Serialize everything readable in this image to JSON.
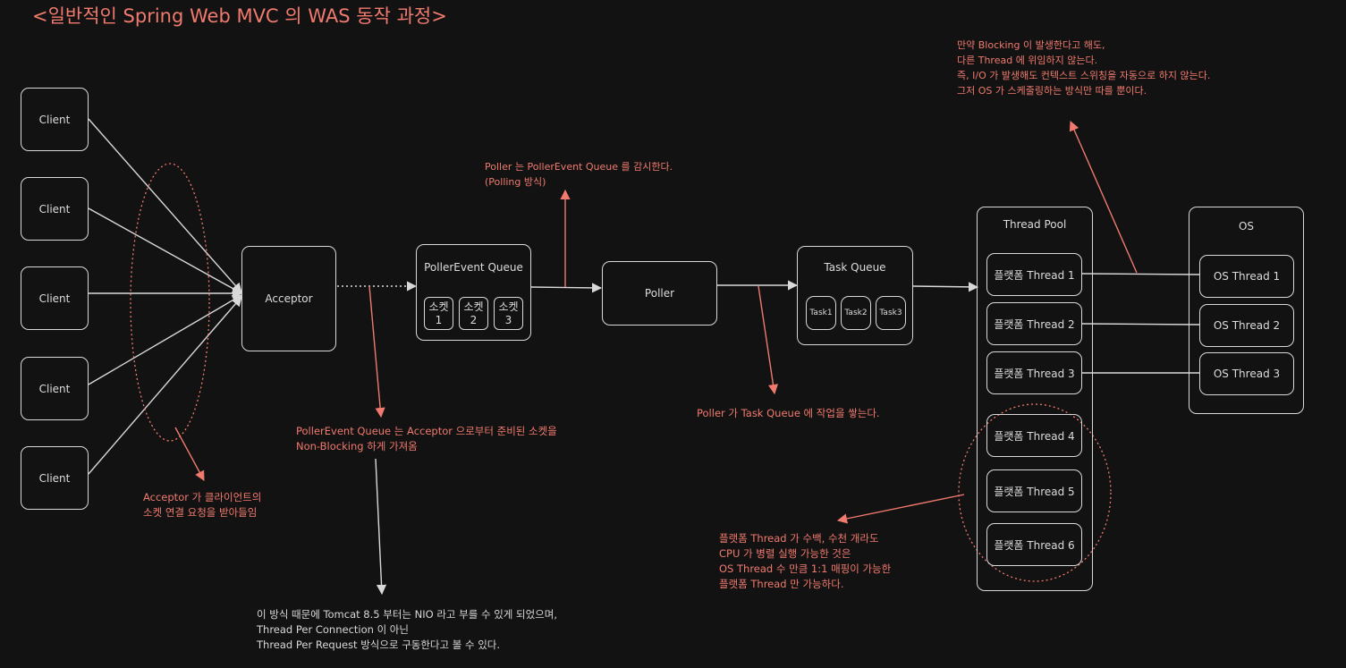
{
  "title": "<일반적인 Spring Web MVC 의 WAS 동작 과정>",
  "clients": [
    "Client",
    "Client",
    "Client",
    "Client",
    "Client"
  ],
  "acceptor": "Acceptor",
  "poller_event_queue": {
    "label": "PollerEvent Queue",
    "sockets": [
      [
        "소켓",
        "1"
      ],
      [
        "소켓",
        "2"
      ],
      [
        "소켓",
        "3"
      ]
    ]
  },
  "poller": "Poller",
  "task_queue": {
    "label": "Task Queue",
    "tasks": [
      "Task1",
      "Task2",
      "Task3"
    ]
  },
  "thread_pool": {
    "label": "Thread Pool",
    "threads": [
      "플랫폼 Thread 1",
      "플랫폼 Thread 2",
      "플랫폼 Thread 3",
      "플랫폼 Thread 4",
      "플랫폼 Thread 5",
      "플랫폼 Thread 6"
    ]
  },
  "os": {
    "label": "OS",
    "threads": [
      "OS Thread 1",
      "OS Thread 2",
      "OS Thread 3"
    ]
  },
  "notes": {
    "acceptor": [
      "Acceptor 가 클라이언트의",
      "소켓 연결 요청을 받아들임"
    ],
    "poller_event_queue": [
      "PollerEvent Queue 는 Acceptor 으로부터 준비된 소켓을",
      "Non-Blocking 하게 가져옴"
    ],
    "poller_watch": [
      "Poller 는 PollerEvent Queue 를 감시한다.",
      "(Polling 방식)"
    ],
    "task_queue": [
      "Poller 가 Task Queue 에 작업을 쌓는다."
    ],
    "blocking": [
      "만약 Blocking 이 발생한다고 해도,",
      "다른 Thread 에 위임하지 않는다.",
      "즉, I/O 가 발생해도 컨텍스트 스위칭을 자동으로 하지 않는다.",
      "그저 OS 가 스케줄링하는 방식만 따를 뿐이다."
    ],
    "platform": [
      "플랫폼 Thread 가 수백, 수천 개라도",
      "CPU 가 병렬 실행 가능한 것은",
      "OS Thread 수 만큼 1:1 매핑이 가능한",
      "플랫폼 Thread 만 가능하다."
    ],
    "nio": [
      "이 방식 때문에 Tomcat 8.5 부터는 NIO 라고 부를 수 있게 되었으며,",
      "Thread Per Connection 이 아닌",
      "Thread Per Request 방식으로 구동한다고 볼 수 있다."
    ]
  },
  "colors": {
    "background": "#121212",
    "stroke": "#d9d9d9",
    "accent": "#f07a6e"
  }
}
